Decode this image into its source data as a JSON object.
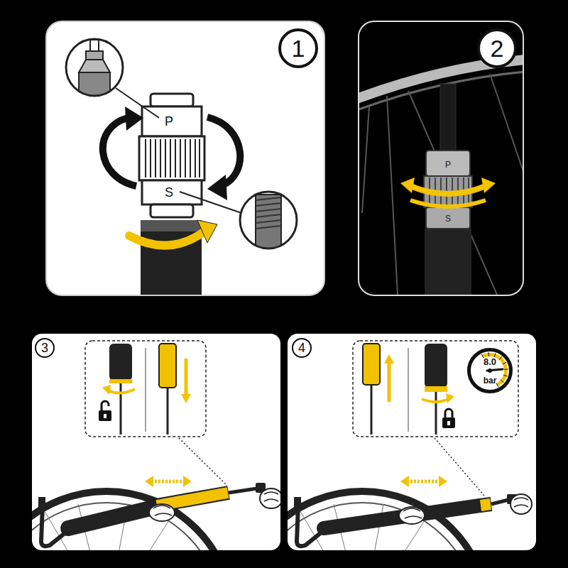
{
  "diagram": {
    "nodes": [
      {
        "text": [
          "1"
        ]
      },
      {
        "text": [
          "2"
        ]
      },
      {
        "text": [
          "3"
        ]
      },
      {
        "text": [
          "4"
        ]
      },
      {
        "text": [
          "8.0",
          "bar"
        ]
      }
    ],
    "labels": [
      "P",
      "S",
      "P",
      "S"
    ]
  }
}
